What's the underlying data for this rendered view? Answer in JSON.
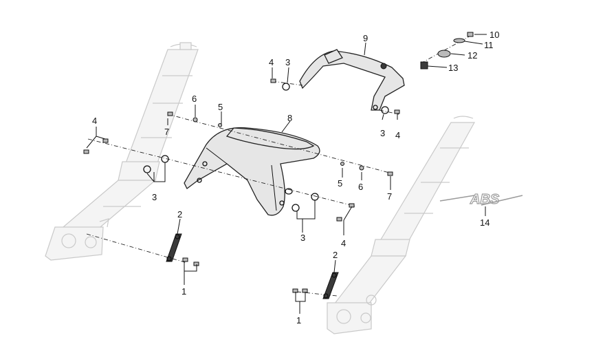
{
  "callouts": {
    "c1a": "1",
    "c1b": "1",
    "c2a": "2",
    "c2b": "2",
    "c3a": "3",
    "c3b": "3",
    "c3c": "3",
    "c3d": "3",
    "c4a": "4",
    "c4b": "4",
    "c4c": "4",
    "c4d": "4",
    "c5a": "5",
    "c5b": "5",
    "c6a": "6",
    "c6b": "6",
    "c7a": "7",
    "c7b": "7",
    "c8": "8",
    "c9": "9",
    "c10": "10",
    "c11": "11",
    "c12": "12",
    "c13": "13",
    "c14": "14"
  },
  "logo_text": "ABS",
  "colors": {
    "line": "#111111",
    "fork": "#c9c9c9",
    "logo": "#9a9a9a"
  }
}
